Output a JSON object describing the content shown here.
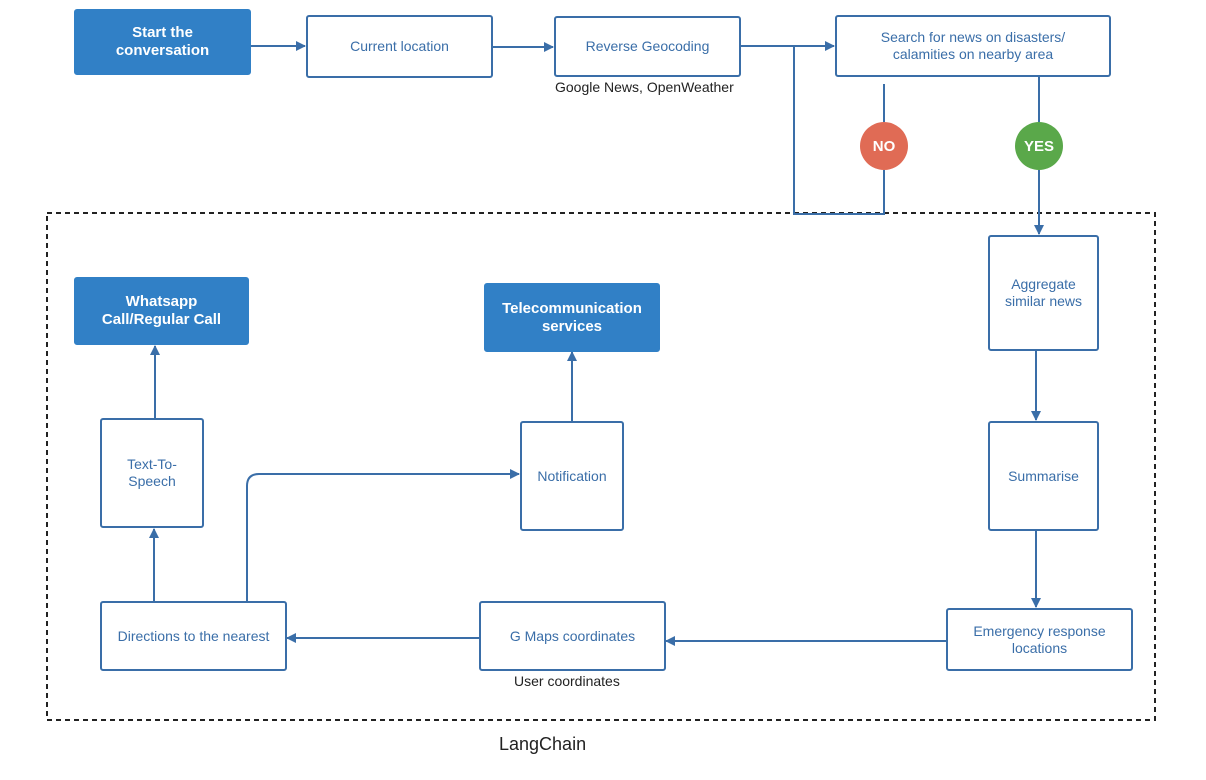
{
  "colors": {
    "line": "#3a6ea8",
    "filled_box": "#3180c6",
    "no_decision": "#e06b55",
    "yes_decision": "#5aa84a"
  },
  "nodes": {
    "start": "Start the conversation",
    "current_location": "Current location",
    "reverse_geocoding": "Reverse Geocoding",
    "search_news": "Search for news on disasters/ calamities on nearby area",
    "aggregate": "Aggregate similar news",
    "summarise": "Summarise",
    "emergency": "Emergency response locations",
    "gmaps": "G Maps coordinates",
    "directions": "Directions to the nearest",
    "tts": "Text-To-Speech",
    "whatsapp": "Whatsapp Call/Regular Call",
    "notification": "Notification",
    "telecom": "Telecommunication services"
  },
  "decisions": {
    "no": "NO",
    "yes": "YES"
  },
  "captions": {
    "geocoding_sources": "Google News, OpenWeather",
    "user_coordinates": "User coordinates"
  },
  "group_label": "LangChain"
}
